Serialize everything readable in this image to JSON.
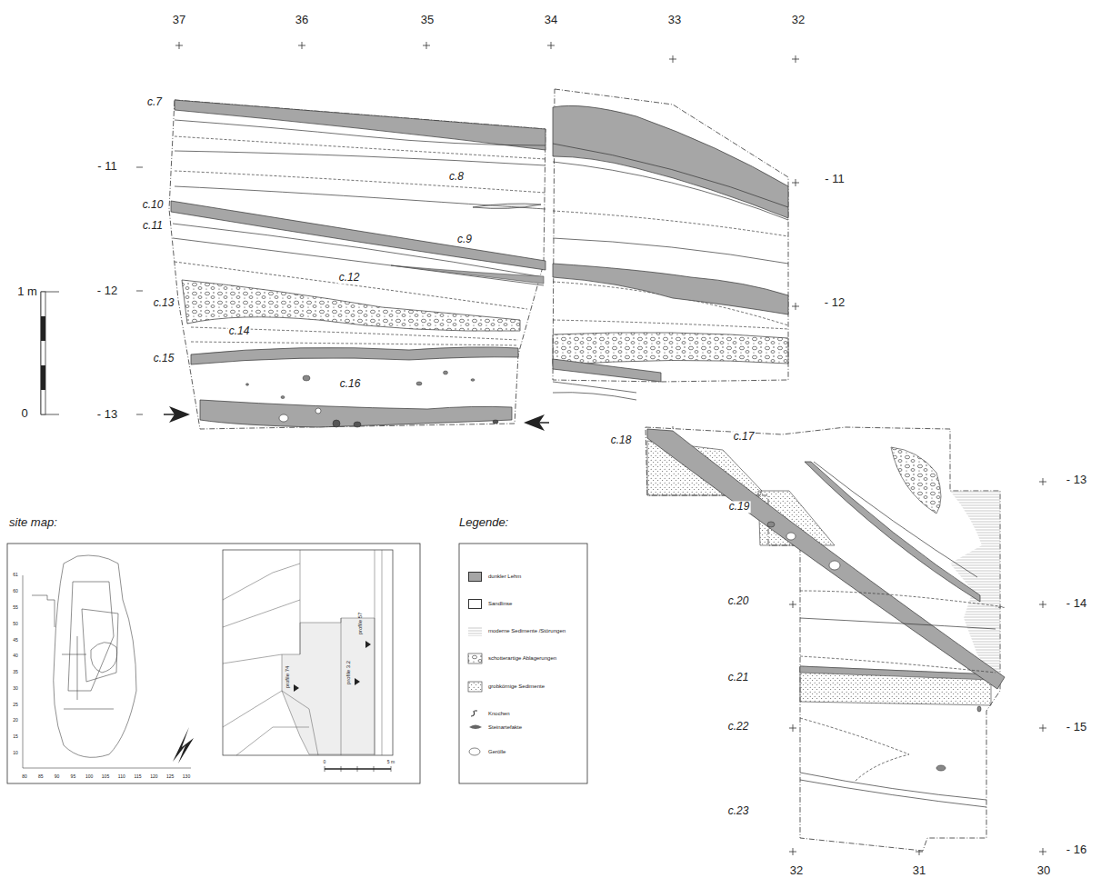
{
  "diagram": {
    "labels": [
      "37",
      "36",
      "35",
      "34",
      "33",
      "32",
      "- 11",
      "- 12",
      "- 13",
      "- 11",
      "- 12",
      "- 13",
      "- 14",
      "- 15",
      "- 16",
      "32",
      "31",
      "30",
      "c.7",
      "c.8",
      "c.10",
      "c.11",
      "c.9",
      "c.12",
      "c.13",
      "c.14",
      "c.15",
      "c.16",
      "c.18",
      "c.17",
      "c.19",
      "c.20",
      "c.21",
      "c.22",
      "c.23",
      "1 m",
      "0",
      "site map:",
      "Legende:",
      "61",
      "60",
      "55",
      "50",
      "45",
      "40",
      "35",
      "30",
      "25",
      "20",
      "15",
      "10",
      "80",
      "85",
      "90",
      "95",
      "100",
      "105",
      "110",
      "115",
      "120",
      "125",
      "130",
      "profile 74",
      "profile 3.2",
      "profile 57",
      "0",
      "5 m"
    ],
    "legend": [
      {
        "text": "dunkler Lehm",
        "color": "#a6a6a6"
      },
      {
        "text": "Sandlinse",
        "color": "#ffffff"
      },
      {
        "text": "moderne Sedimente /Störungen"
      },
      {
        "text": "schotterartige Ablagerungen"
      },
      {
        "text": "grobkörnige Sedimente"
      },
      {
        "text": "Knochen"
      },
      {
        "text": "Steinartefakte"
      },
      {
        "text": "Gerölle"
      }
    ]
  }
}
